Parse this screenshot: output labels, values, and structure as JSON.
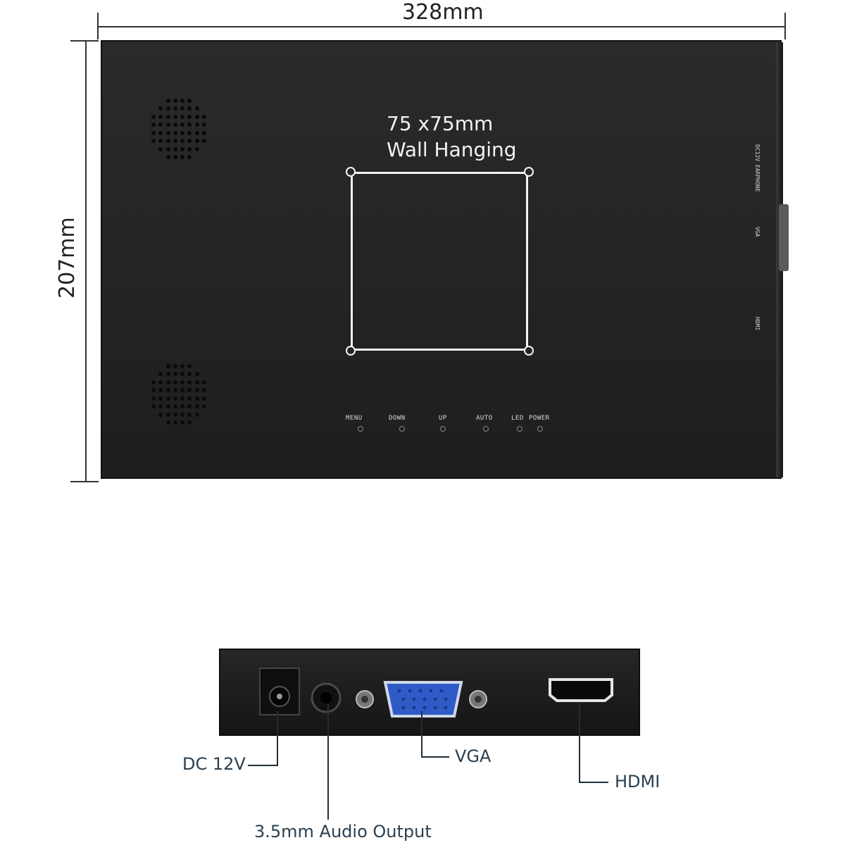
{
  "dimensions": {
    "width": "328mm",
    "height": "207mm"
  },
  "mount": {
    "line1": "75 x75mm",
    "line2": "Wall Hanging"
  },
  "buttons": [
    {
      "label": "MENU"
    },
    {
      "label": "DOWN"
    },
    {
      "label": "UP"
    },
    {
      "label": "AUTO"
    },
    {
      "label": "LED"
    },
    {
      "label": "POWER"
    }
  ],
  "side_labels": {
    "dc": "DC12V EARPHONE",
    "vga": "VGA",
    "hdmi": "HDMI"
  },
  "ports": {
    "dc": "DC 12V",
    "audio": "3.5mm Audio Output",
    "vga": "VGA",
    "hdmi": "HDMI"
  },
  "colors": {
    "panel": "#252525",
    "vga_port": "#2f5bc8",
    "callout": "#2a3f4f"
  }
}
